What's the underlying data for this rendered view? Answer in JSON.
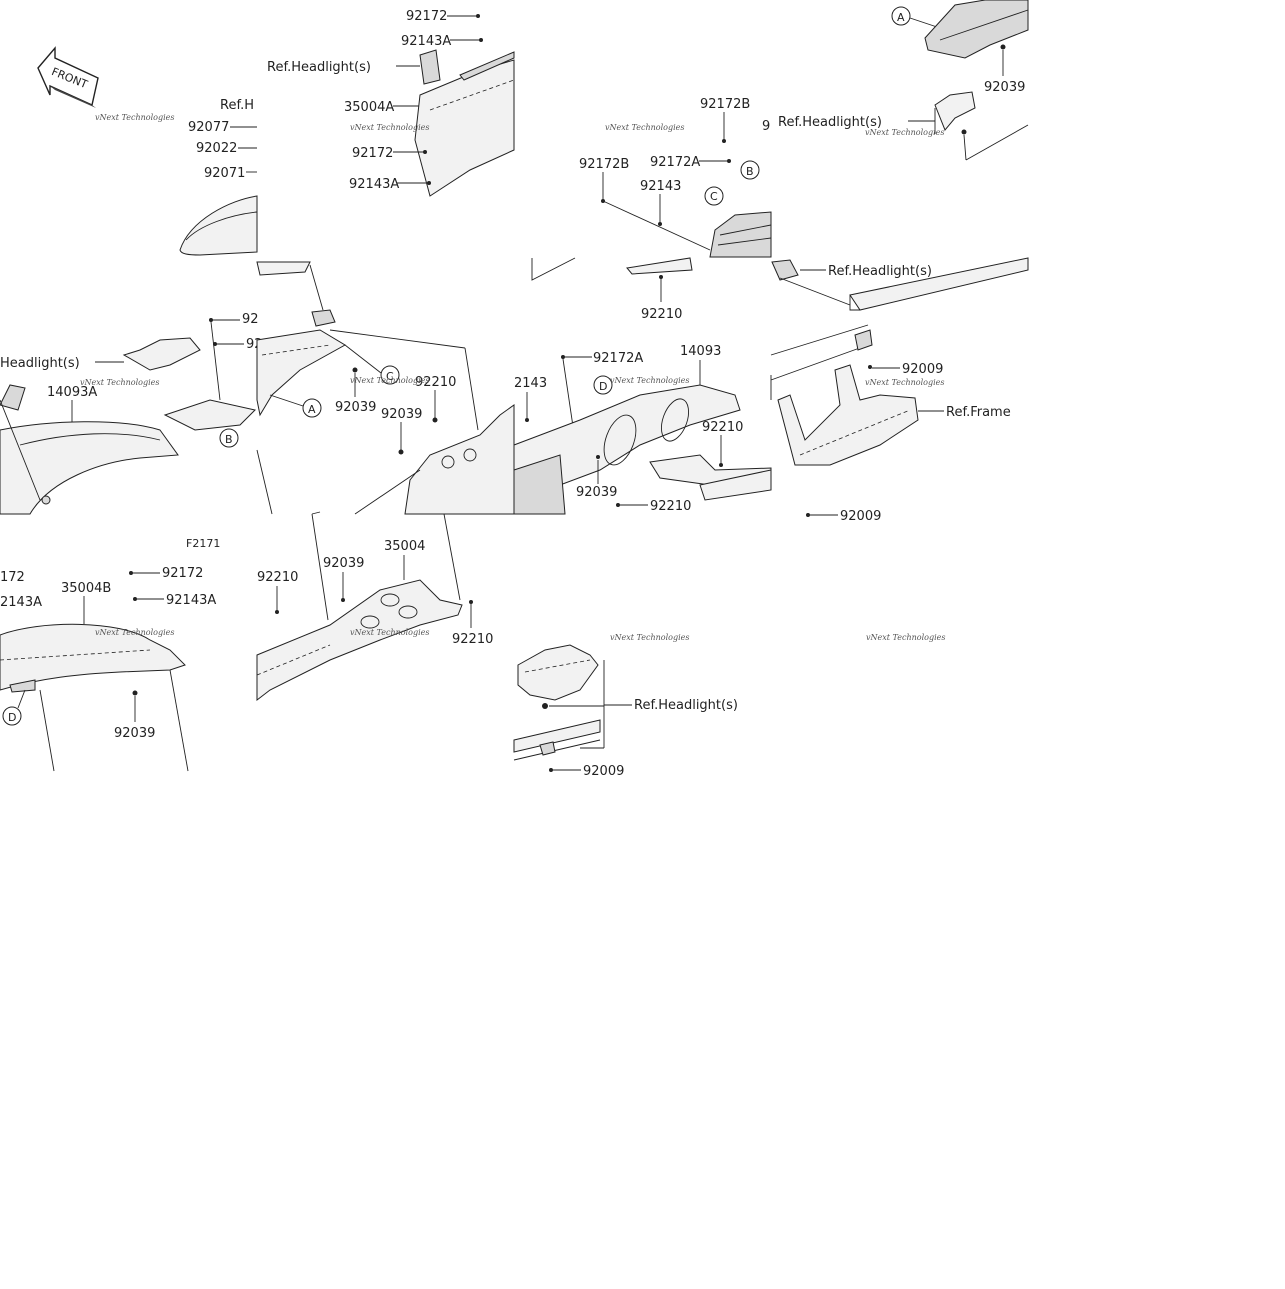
{
  "diagram": {
    "figure_code": "F2171",
    "front_label": "FRONT",
    "watermark": "vNext Technologies",
    "callout_letters": [
      "A",
      "B",
      "C",
      "D"
    ],
    "labels": {
      "tile1": [
        "Ref.H",
        "92077",
        "92022",
        "92071"
      ],
      "tile2": [
        "92172",
        "92143A",
        "Ref.Headlight(s)",
        "35004A",
        "92172",
        "92143A"
      ],
      "tile3": [
        "92172B",
        "9",
        "92172B",
        "92172A",
        "92143",
        "92210"
      ],
      "tile4": [
        "92039",
        "Ref.Headlight(s)"
      ],
      "tile5": [
        "Headlight(s)",
        "14093A",
        "92"
      ],
      "tile6": [
        "92",
        "92210",
        "92039",
        "92039"
      ],
      "tile7": [
        "92172A",
        "14093",
        "2143",
        "92210",
        "92039",
        "92210"
      ],
      "tile8": [
        "Ref.Headlight(s)",
        "92009",
        "Ref.Frame",
        "92009"
      ],
      "tile9": [
        "172",
        "2143A",
        "35004B",
        "92172",
        "92143A",
        "92039"
      ],
      "tile10": [
        "92210",
        "92039",
        "35004",
        "92210"
      ],
      "tile11": [
        "Ref.Headlight(s)",
        "92009"
      ]
    }
  }
}
